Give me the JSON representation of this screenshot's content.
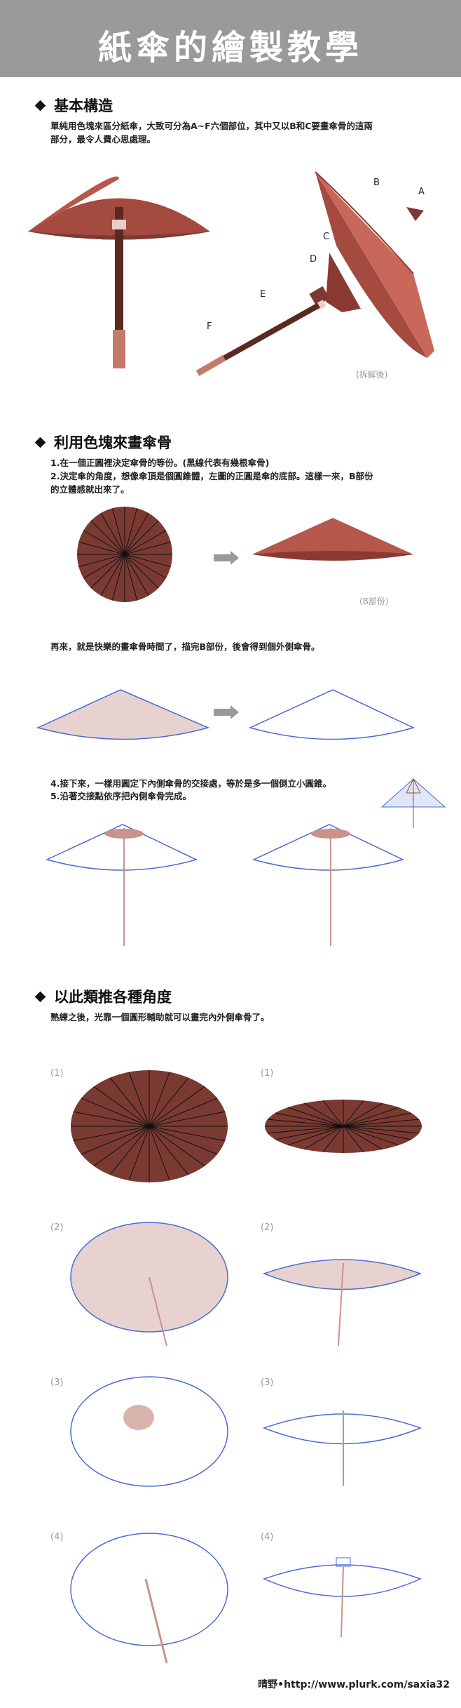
{
  "title": "紙傘的繪製教學",
  "sections": [
    {
      "title": "基本構造",
      "text": [
        "單純用色塊來區分紙傘，大致可分為A~F六個部位，其中又以B和C要畫傘骨的這兩",
        "部分，最令人費心思處理。"
      ],
      "part_labels": [
        "A",
        "B",
        "C",
        "D",
        "E",
        "F"
      ],
      "note": "(拆解後)"
    },
    {
      "title": "利用色塊來畫傘骨",
      "text_a": [
        "1.在一個正圓裡決定傘骨的等份。(黑線代表有幾根傘骨)",
        "2.決定傘的角度，想像傘頂是個圓錐體，左圖的正圓是傘的底部。這樣一來，B部份",
        "的立體感就出來了。"
      ],
      "note": "(B部份)",
      "text_b": "再來，就是快樂的畫傘骨時間了，描完B部份，後會得到個外側傘骨。",
      "text_c": [
        "4.接下來，一樣用圓定下內側傘骨的交接處，等於是多一個倒立小圓錐。",
        "5.沿著交接點依序把內側傘骨完成。"
      ]
    },
    {
      "title": "以此類推各種角度",
      "text": "熟練之後，光靠一個圓形輔助就可以畫完內外側傘骨了。",
      "steps": [
        "(1)",
        "(2)",
        "(3)",
        "(4)"
      ]
    }
  ],
  "footer": "晴野•http://www.plurk.com/saxia32",
  "colors": {
    "banner": "#9a9a9a",
    "canopy": "#a44a3f",
    "canopy_light": "#c9685a",
    "canopy_dark": "#7a3a32",
    "handle": "#5a2a22",
    "rib_blue": "#4a6bd8",
    "fill_pink": "#e8d2cf"
  }
}
